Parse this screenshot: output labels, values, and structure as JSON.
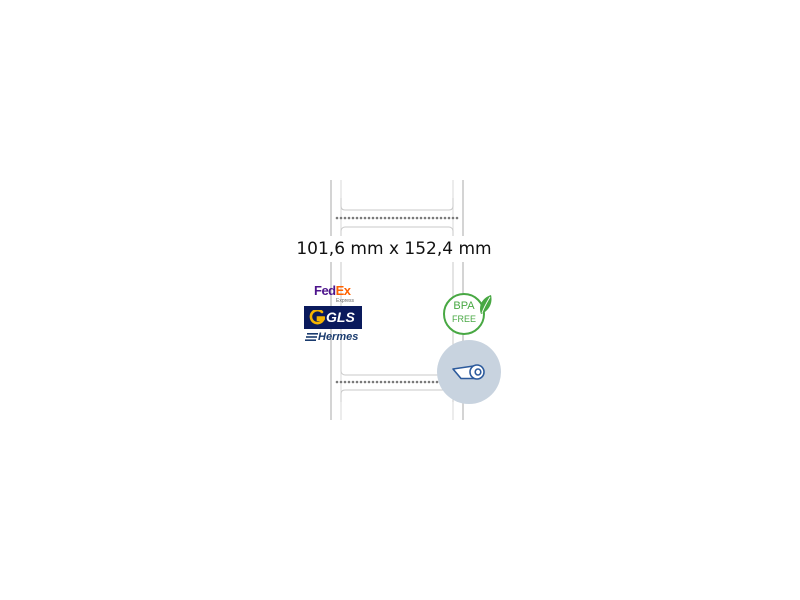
{
  "dimension_label": "101,6 mm x 152,4 mm",
  "carriers": {
    "fedex": {
      "brand_fed": "Fed",
      "brand_ex": "Ex",
      "subline": "Express"
    },
    "gls": {
      "text": "GLS"
    },
    "hermes": {
      "text": "Hermes"
    }
  },
  "bpa_badge": {
    "line1": "BPA",
    "line2": "FREE"
  },
  "icons": {
    "label_strip": "label-roll-strip-icon",
    "leaf": "leaf-icon",
    "roll": "paper-roll-icon"
  },
  "colors": {
    "fedex_purple": "#4d148c",
    "fedex_orange": "#ff6200",
    "gls_navy": "#0a1a5c",
    "gls_yellow": "#f4b400",
    "hermes_blue": "#1a3b6e",
    "bpa_green": "#48a843",
    "roll_badge_bg": "#c8d3df",
    "roll_icon_blue": "#2c5a9c"
  }
}
